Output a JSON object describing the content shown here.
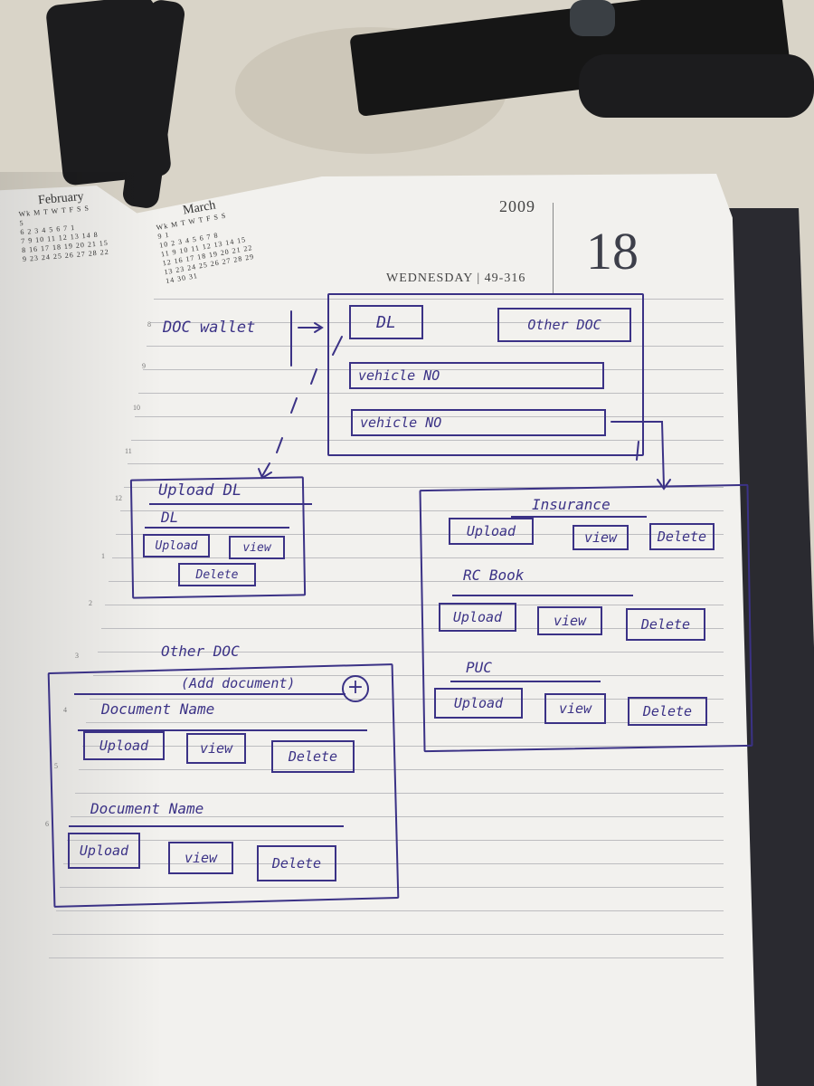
{
  "calendar": {
    "feb": {
      "month": "February",
      "head": "Wk M T W T F S S",
      "rows": [
        "5",
        "6 2 3 4 5 6 7 1",
        "7 9 10 11 12 13 14 8",
        "8 16 17 18 19 20 21 15",
        "9 23 24 25 26 27 28 22"
      ]
    },
    "mar": {
      "month": "March",
      "head": "Wk M T W T F S S",
      "rows": [
        "9 1",
        "10 2 3 4 5 6 7 8",
        "11 9 10 11 12 13 14 15",
        "12 16 17 18 19 20 21 22",
        "13 23 24 25 26 27 28 29",
        "14 30 31"
      ]
    }
  },
  "date": {
    "year": "2009",
    "day": "18",
    "weekday_line": "WEDNESDAY | 49-316"
  },
  "hours": [
    "8",
    "9",
    "10",
    "11",
    "12",
    "1",
    "2",
    "3",
    "4",
    "5",
    "6"
  ],
  "sketch": {
    "wallet_label": "DOC wallet",
    "wallet": {
      "dl": "DL",
      "other": "Other DOC",
      "vehicle1": "vehicle NO",
      "vehicle2": "vehicle NO"
    },
    "upload_dl": {
      "title": "Upload DL",
      "section": "DL",
      "upload": "Upload",
      "view": "view",
      "delete": "Delete"
    },
    "insurance_panel": {
      "insurance": "Insurance",
      "rc_book": "RC Book",
      "puc": "PUC",
      "upload": "Upload",
      "view": "view",
      "delete": "Delete"
    },
    "other_doc": {
      "title": "Other DOC",
      "add": "(Add document)",
      "add_icon": "plus-circle-icon",
      "doc_name_1": "Document Name",
      "doc_name_2": "Document Name",
      "upload": "Upload",
      "view": "view",
      "delete": "Delete"
    }
  },
  "colors": {
    "ink": "#3b3286",
    "paper": "#f2f1ee",
    "desk": "#d9d4c8",
    "cover": "#2a2a30"
  }
}
